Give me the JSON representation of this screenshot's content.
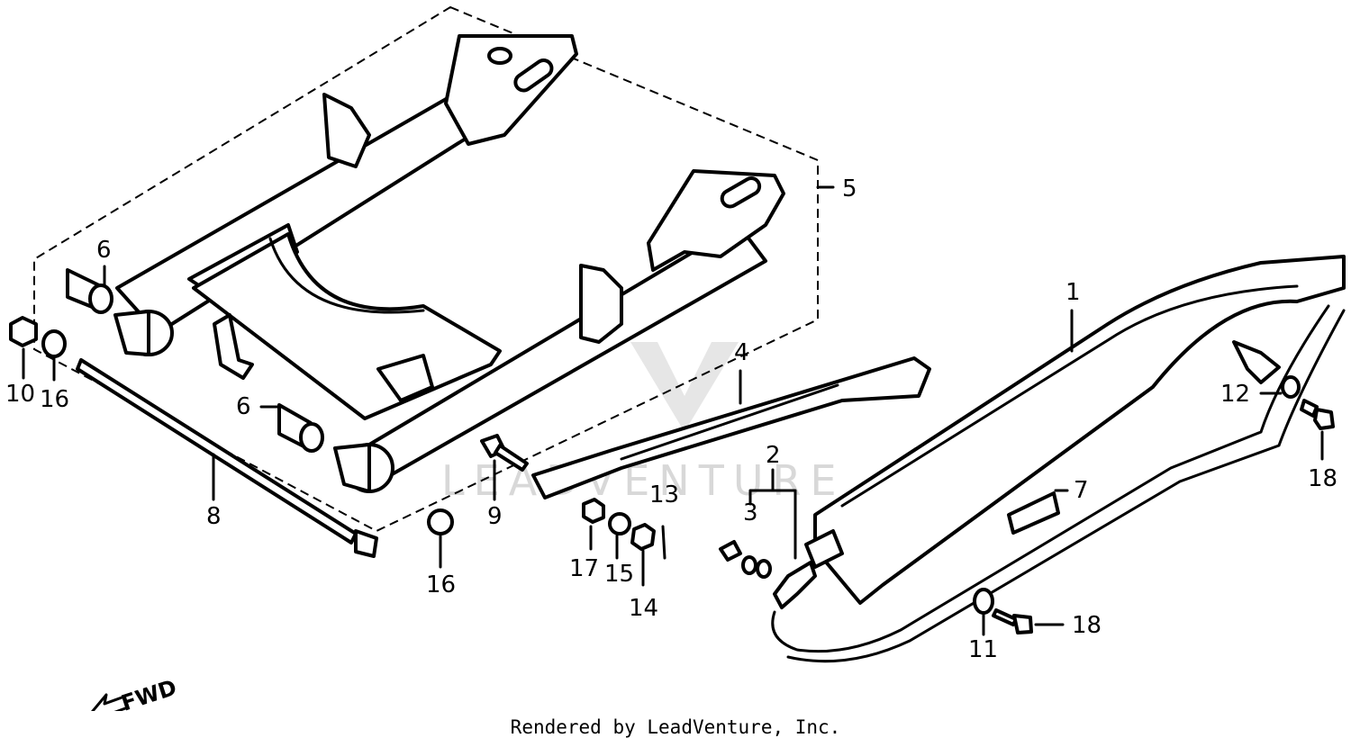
{
  "diagram": {
    "callouts": [
      {
        "id": "1",
        "label": "1"
      },
      {
        "id": "2",
        "label": "2"
      },
      {
        "id": "3",
        "label": "3"
      },
      {
        "id": "4",
        "label": "4"
      },
      {
        "id": "5",
        "label": "5"
      },
      {
        "id": "6a",
        "label": "6"
      },
      {
        "id": "6b",
        "label": "6"
      },
      {
        "id": "7",
        "label": "7"
      },
      {
        "id": "8",
        "label": "8"
      },
      {
        "id": "9",
        "label": "9"
      },
      {
        "id": "10",
        "label": "10"
      },
      {
        "id": "11",
        "label": "11"
      },
      {
        "id": "12",
        "label": "12"
      },
      {
        "id": "13",
        "label": "13"
      },
      {
        "id": "14",
        "label": "14"
      },
      {
        "id": "15",
        "label": "15"
      },
      {
        "id": "16a",
        "label": "16"
      },
      {
        "id": "16b",
        "label": "16"
      },
      {
        "id": "17",
        "label": "17"
      },
      {
        "id": "18a",
        "label": "18"
      },
      {
        "id": "18b",
        "label": "18"
      }
    ],
    "direction_label": "FWD",
    "watermark": "LEADVENTURE",
    "footer": "Rendered by LeadVenture, Inc."
  }
}
